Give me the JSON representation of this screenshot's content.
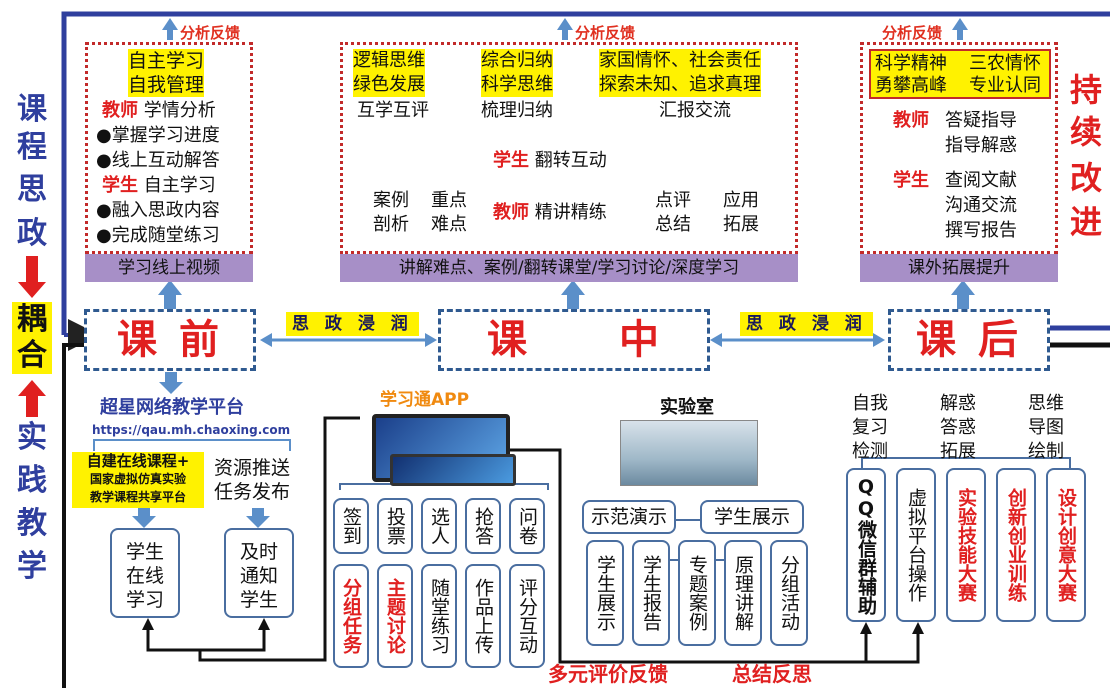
{
  "sidebar": {
    "top_chars": [
      "课",
      "程",
      "思",
      "政"
    ],
    "mid_chars": [
      "耦",
      "合"
    ],
    "bottom_chars": [
      "实",
      "践",
      "教",
      "学"
    ]
  },
  "right_label": [
    "持",
    "续",
    "改",
    "进"
  ],
  "feedback": {
    "label": "分析反馈"
  },
  "pre_class": {
    "highlight": [
      "自主学习",
      "自我管理"
    ],
    "teacher_role": "教师",
    "teacher_task": "学情分析",
    "teacher_items": [
      "●掌握学习进度",
      "●线上互动解答"
    ],
    "student_role": "学生",
    "student_task": "自主学习",
    "student_items": [
      "●融入思政内容",
      "●完成随堂练习"
    ],
    "bar": "学习线上视频"
  },
  "in_class": {
    "highlights": [
      "逻辑思维",
      "绿色发展",
      "综合归纳",
      "科学思维",
      "家国情怀、社会责任",
      "探索未知、追求真理"
    ],
    "subs": [
      "互学互评",
      "梳理归纳",
      "汇报交流"
    ],
    "student_role": "学生",
    "student_task": "翻转互动",
    "left_top": "案例",
    "left_bottom": "剖析",
    "left2_top": "重点",
    "left2_bottom": "难点",
    "teacher_role": "教师",
    "teacher_task": "精讲精练",
    "right_top": "点评",
    "right_bottom": "总结",
    "right2_top": "应用",
    "right2_bottom": "拓展",
    "bar": "讲解难点、案例/翻转课堂/学习讨论/深度学习"
  },
  "post_class": {
    "highlights": [
      "科学精神",
      "三农情怀",
      "勇攀高峰",
      "专业认同"
    ],
    "teacher_role": "教师",
    "teacher_items": [
      "答疑指导",
      "指导解惑"
    ],
    "student_role": "学生",
    "student_items": [
      "查阅文献",
      "沟通交流",
      "撰写报告"
    ],
    "bar": "课外拓展提升"
  },
  "stages": {
    "pre": "课 前",
    "mid_left": "课",
    "mid_right": "中",
    "post": "课 后"
  },
  "link_label": "思 政 浸 润",
  "platform": {
    "title": "超星网络教学平台",
    "url": "https://qau.mh.chaoxing.com",
    "yellow_line1": "自建在线课程+",
    "yellow_line2": "国家虚拟仿真实验",
    "yellow_line3": "教学课程共享平台",
    "push_line1": "资源推送",
    "push_line2": "任务发布",
    "box1": [
      "学生",
      "在线",
      "学习"
    ],
    "box2": [
      "及时",
      "通知",
      "学生"
    ]
  },
  "app": {
    "title": "学习通APP",
    "top_boxes": [
      "签到",
      "投票",
      "选人",
      "抢答",
      "问卷"
    ],
    "bottom_boxes": [
      {
        "text": "分组任务",
        "red": true
      },
      {
        "text": "主题讨论",
        "red": true
      },
      {
        "text": "随堂练习",
        "red": false
      },
      {
        "text": "作品上传",
        "red": false
      },
      {
        "text": "评分互动",
        "red": false
      }
    ]
  },
  "lab": {
    "title": "实验室",
    "demo": "示范演示",
    "show": "学生展示",
    "boxes": [
      "学生展示",
      "学生报告",
      "专题案例",
      "原理讲解",
      "分组活动"
    ]
  },
  "after": {
    "col1": [
      "自我",
      "复习",
      "检测"
    ],
    "col2": [
      "解惑",
      "答惑",
      "拓展"
    ],
    "col3": [
      "思维",
      "导图",
      "绘制"
    ],
    "boxes": [
      {
        "text": "QQ微信群辅助",
        "red": false
      },
      {
        "text": "虚拟平台操作",
        "red": false
      },
      {
        "text": "实验技能大赛",
        "red": true
      },
      {
        "text": "创新创业训练",
        "red": true
      },
      {
        "text": "设计创意大赛",
        "red": true
      }
    ]
  },
  "footer": {
    "left": "多元评价反馈",
    "right": "总结反思"
  },
  "colors": {
    "blue": "#2f3f9e",
    "red": "#e02020",
    "yellow": "#fff200",
    "purple": "#a78fc7",
    "arrow": "#5b8fc9"
  }
}
